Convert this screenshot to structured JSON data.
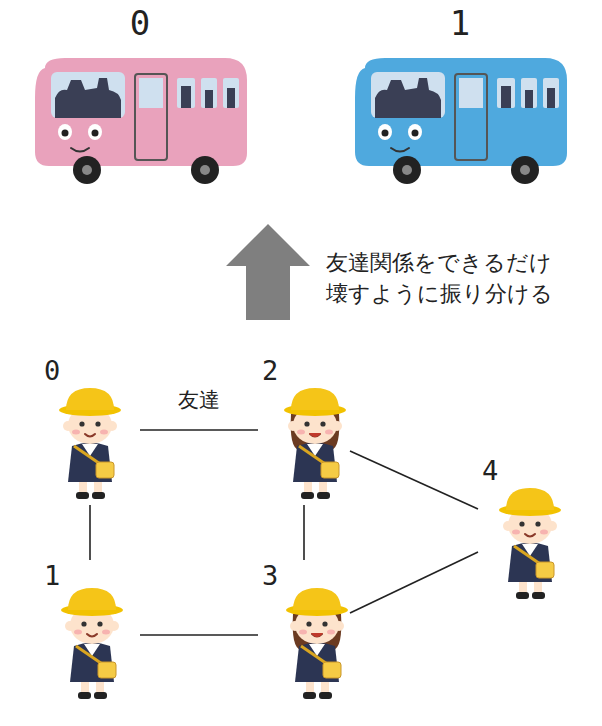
{
  "diagram": {
    "nodes": [
      {
        "text": [
          "0"
        ]
      },
      {
        "text": [
          "1"
        ]
      },
      {
        "text": [
          "0"
        ]
      },
      {
        "text": [
          "2"
        ]
      },
      {
        "text": [
          "4"
        ]
      },
      {
        "text": [
          "1"
        ]
      },
      {
        "text": [
          "3"
        ]
      }
    ],
    "edges": [
      {
        "from": 2,
        "to": 3,
        "arrow": "none",
        "label": "友達"
      },
      {
        "from": 2,
        "to": 5,
        "arrow": "none"
      },
      {
        "from": 5,
        "to": 6,
        "arrow": "none"
      },
      {
        "from": 3,
        "to": 6,
        "arrow": "none"
      },
      {
        "from": 3,
        "to": 4,
        "arrow": "none"
      },
      {
        "from": 6,
        "to": 4,
        "arrow": "none"
      }
    ],
    "labels": [
      "友達関係をできるだけ 壊すように振り分ける"
    ]
  }
}
